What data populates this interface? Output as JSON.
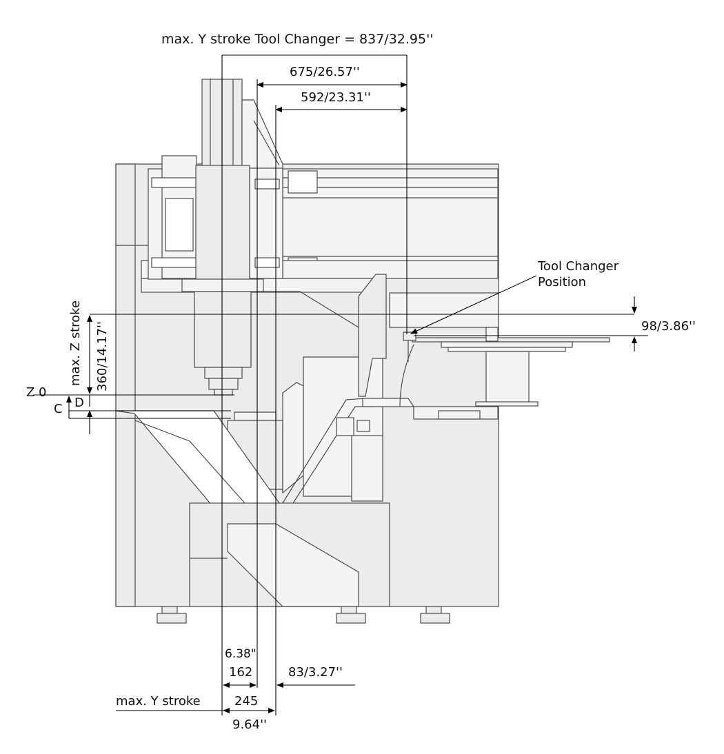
{
  "labels": {
    "y_stroke_tool_changer": "max. Y stroke Tool Changer = 837/32.95''",
    "dim_675": "675/26.57''",
    "dim_592": "592/23.31''",
    "tool_changer_position_line1": "Tool Changer",
    "tool_changer_position_line2": "Position",
    "dim_98": "98/3.86''",
    "max_z_stroke": "max. Z stroke",
    "z_stroke_value": "360/14.17''",
    "z0": "Z 0",
    "c": "C",
    "d": "D",
    "dim_6_38": "6.38\"",
    "dim_162": "162",
    "dim_83": "83/3.27''",
    "max_y_stroke": "max. Y stroke",
    "dim_245": "245",
    "dim_9_64": "9.64''"
  },
  "colors": {
    "machine_fill": "#ececec",
    "machine_stroke": "#4a4a4a",
    "dimension_line": "#000000"
  }
}
